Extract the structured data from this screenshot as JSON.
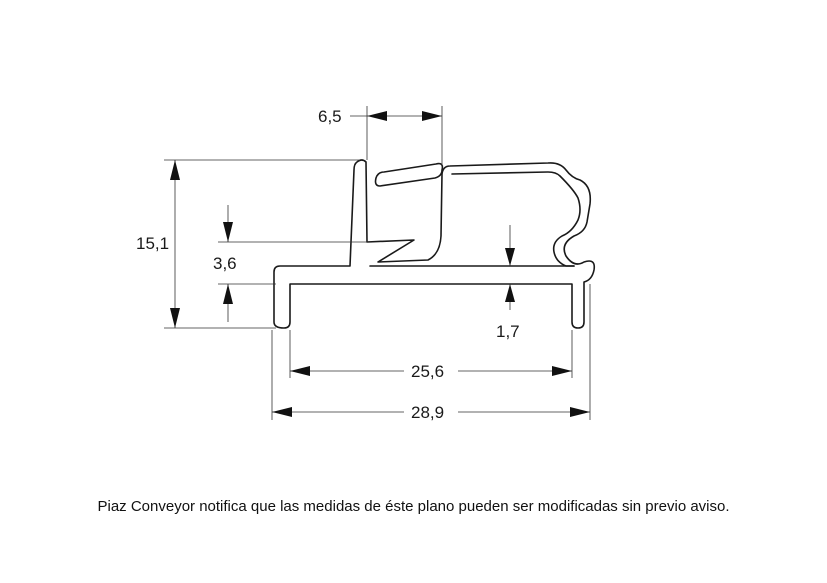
{
  "dimensions": {
    "top_width": "6,5",
    "total_height": "15,1",
    "lip_height": "3,6",
    "base_thickness": "1,7",
    "inner_width": "25,6",
    "outer_width": "28,9"
  },
  "notice": "Piaz Conveyor notifica que las medidas de éste plano pueden ser modificadas sin previo aviso."
}
